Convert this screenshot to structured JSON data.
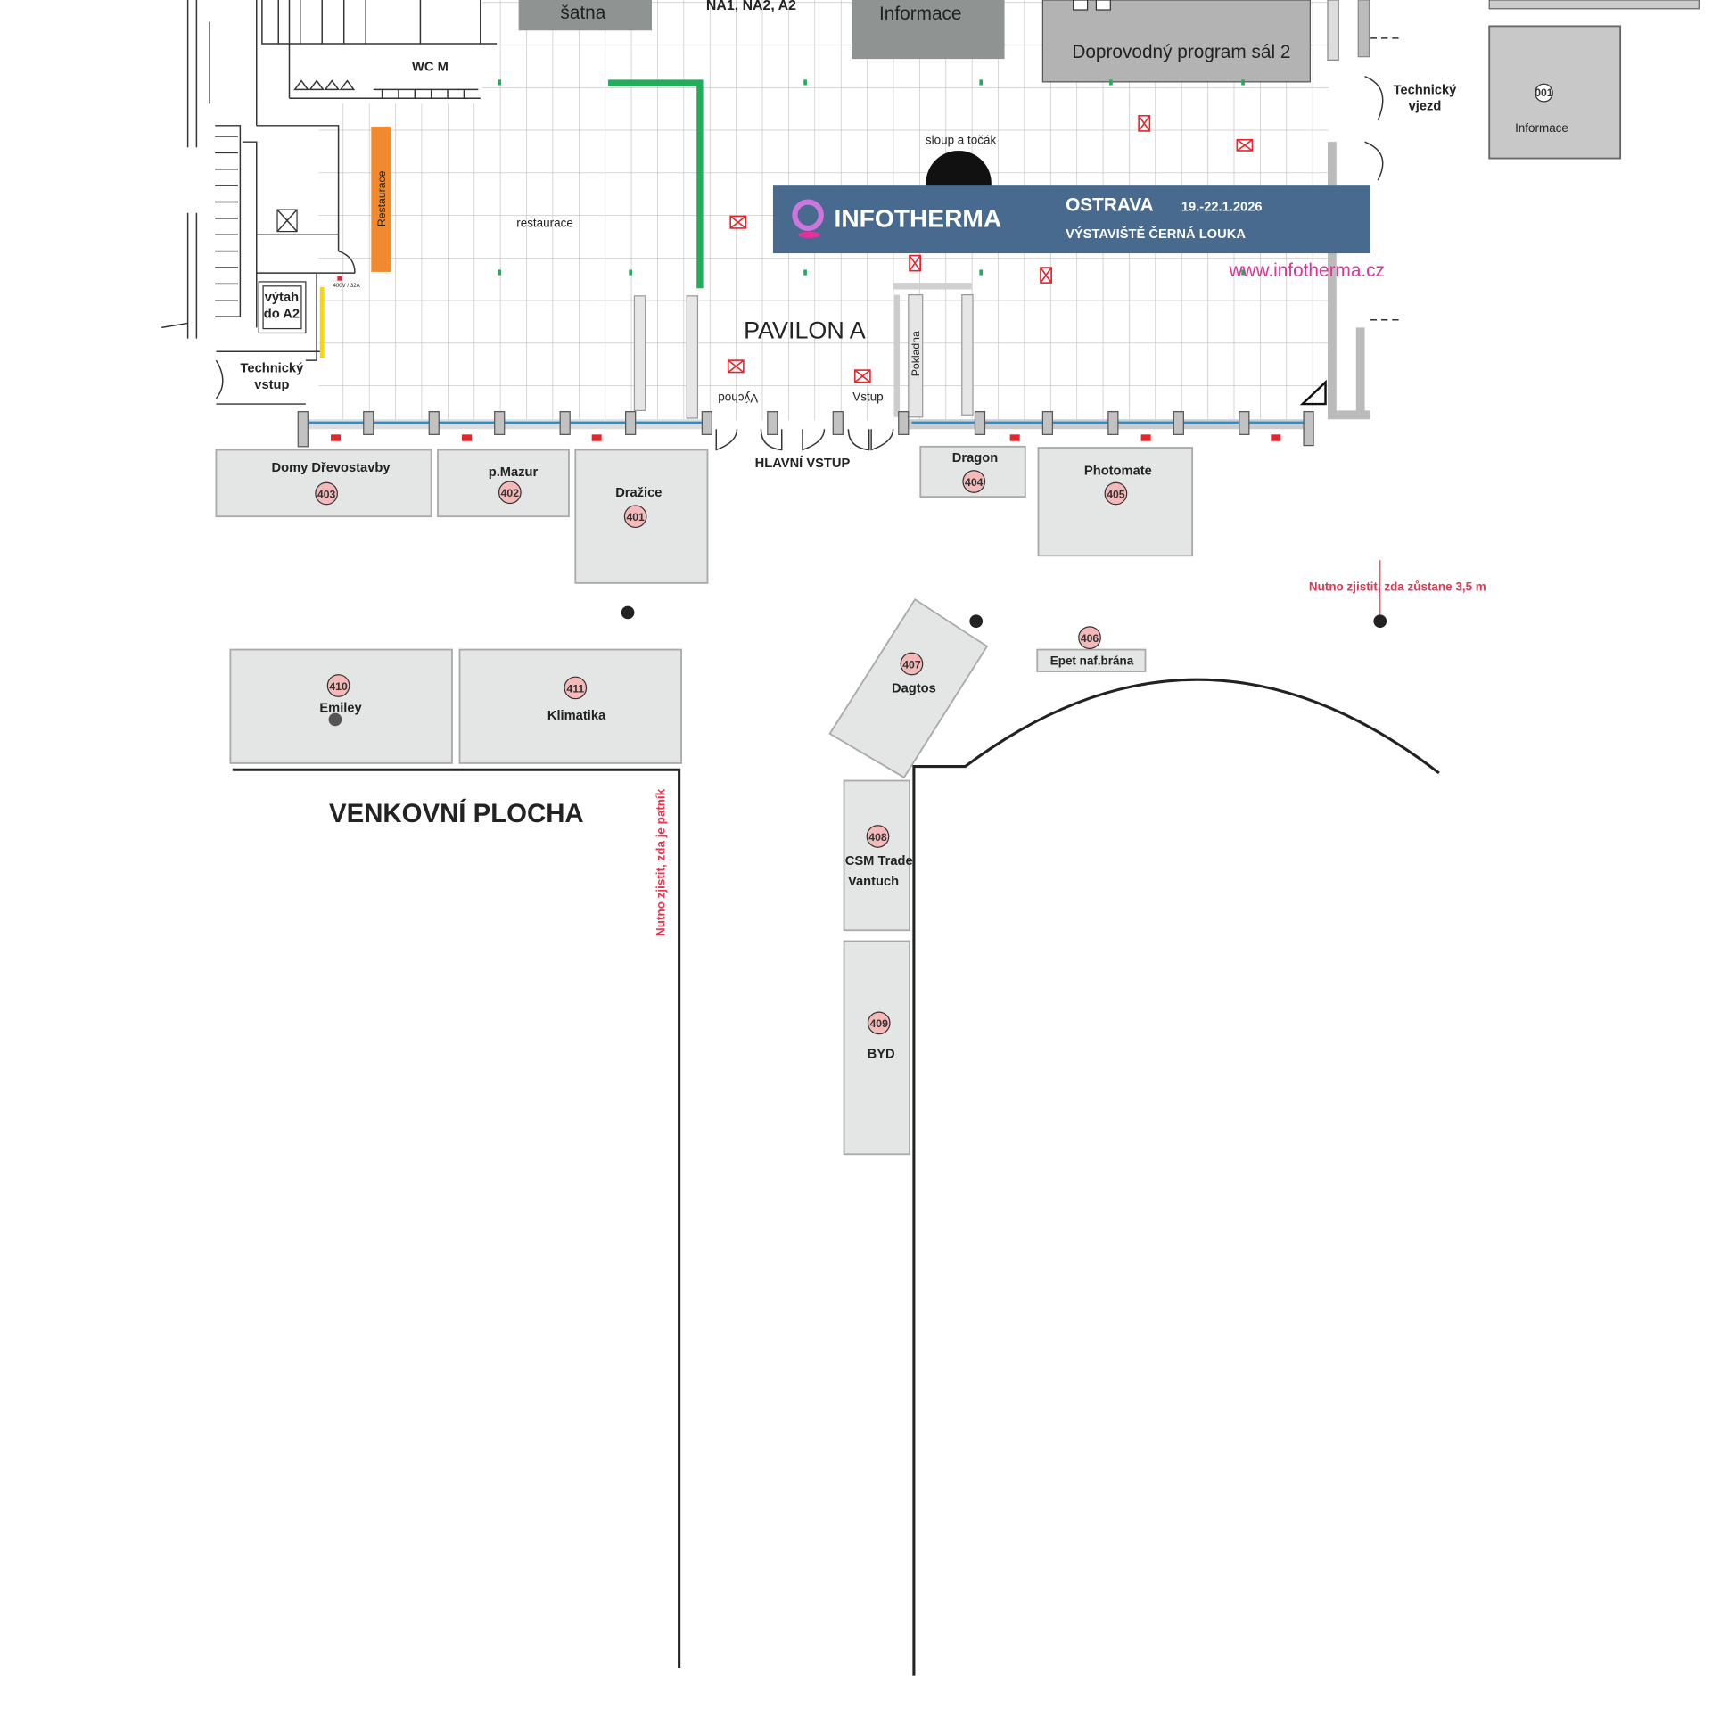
{
  "colors": {
    "banner": "#476a8e",
    "accent_magenta": "#e0329a",
    "warning_red": "#e8344f",
    "green_wall": "#1fae5a",
    "orange_bar": "#f08a30"
  },
  "top_areas": {
    "satna": "šatna",
    "na_label": "NA1, NA2, A2",
    "informace": "Informace",
    "program": "Doprovodný program sál 2",
    "info_right": "Informace",
    "info_right_num": "001",
    "technicky_vjezd": [
      "Technický",
      "vjezd"
    ]
  },
  "building": {
    "wc": "WC M",
    "restaurace_bar": "Restaurace",
    "restaurace_area": "restaurace",
    "power": "400V / 32A",
    "vytah": [
      "výtah",
      "do A2"
    ],
    "technicky_vstup": [
      "Technický",
      "vstup"
    ],
    "pavilon": "PAVILON A",
    "sloup": "sloup a točák",
    "vychod": "Východ",
    "vstup": "Vstup",
    "pokladna": "Pokladna",
    "hlavni_vstup": "HLAVNÍ VSTUP"
  },
  "banner": {
    "brand": "INFOTHERMA",
    "city": "OSTRAVA",
    "dates": "19.-22.1.2026",
    "venue": "VÝSTAVIŠTĚ ČERNÁ LOUKA",
    "url": "www.infotherma.cz"
  },
  "booths": [
    {
      "num": "403",
      "name": "Domy Dřevostavby"
    },
    {
      "num": "402",
      "name": "p.Mazur"
    },
    {
      "num": "401",
      "name": "Dražice"
    },
    {
      "num": "404",
      "name": "Dragon"
    },
    {
      "num": "405",
      "name": "Photomate"
    },
    {
      "num": "406",
      "name": "Epet naf.brána"
    },
    {
      "num": "407",
      "name": "Dagtos"
    },
    {
      "num": "408",
      "name": "CSM Trade",
      "name2": "Vantuch"
    },
    {
      "num": "409",
      "name": "BYD"
    },
    {
      "num": "410",
      "name": "Emiley"
    },
    {
      "num": "411",
      "name": "Klimatika"
    }
  ],
  "outdoor": {
    "title": "VENKOVNÍ PLOCHA",
    "note_width": "Nutno zjistit, zda zůstane 3,5 m",
    "note_bollard": "Nutno zjistit, zda je patník"
  }
}
